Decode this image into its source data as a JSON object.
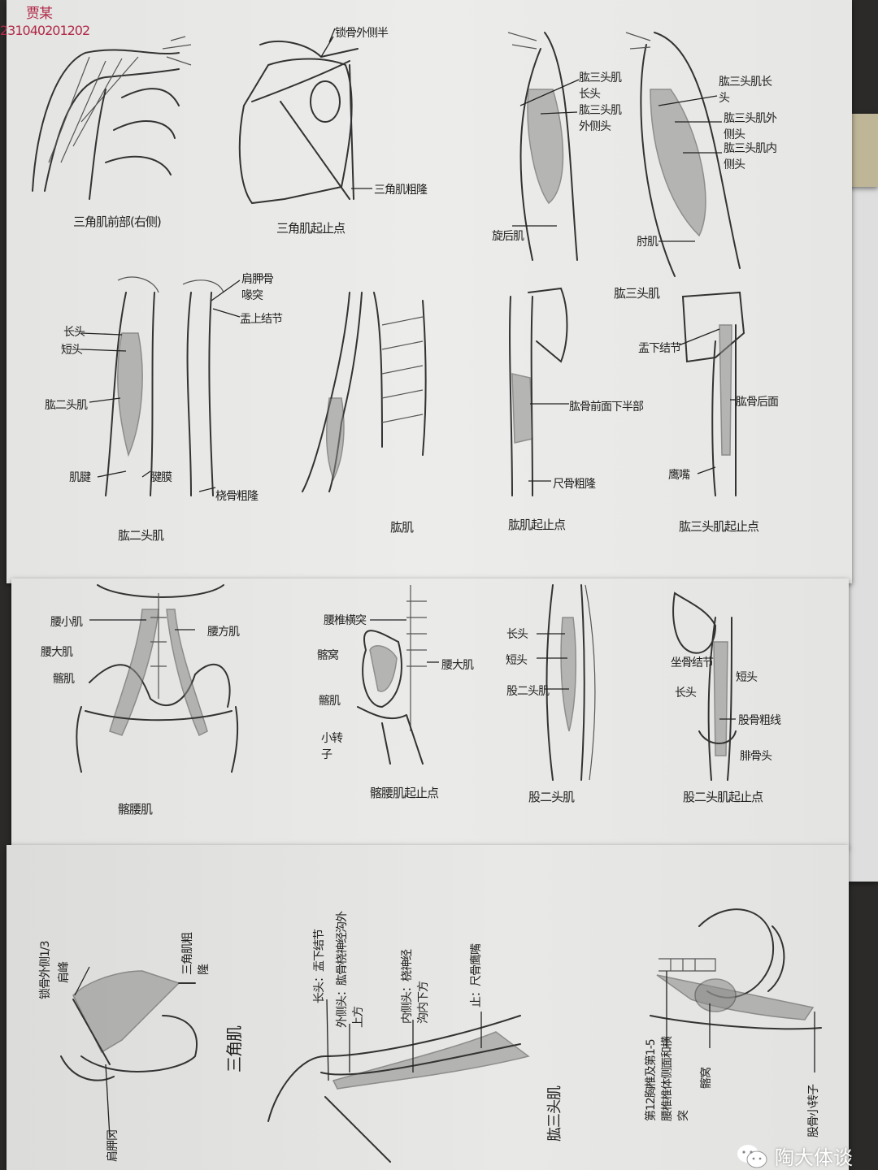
{
  "header": {
    "name": "贾某",
    "student_id": "231040201202"
  },
  "row1": {
    "fig1_caption": "三角肌前部(右侧)",
    "fig2_caption": "三角肌起止点",
    "fig2_labels": [
      "锁骨外侧半",
      "三角肌粗隆"
    ],
    "fig3_labels": [
      "肱三头肌长头",
      "肱三头肌外侧头",
      "旋后肌"
    ],
    "fig4_labels": [
      "肱三头肌长头",
      "肱三头肌外侧头",
      "肱三头肌内侧头",
      "肘肌"
    ],
    "fig34_caption": "肱三头肌"
  },
  "row2": {
    "fig1_labels": [
      "长头",
      "短头",
      "肱二头肌",
      "肌腱",
      "腱膜",
      "桡骨粗隆",
      "肩胛骨喙突",
      "盂上结节"
    ],
    "fig1_caption": "肱二头肌",
    "fig2_caption": "肱肌",
    "fig3_labels": [
      "肱骨前面下半部",
      "尺骨粗隆"
    ],
    "fig3_caption": "肱肌起止点",
    "fig4_labels": [
      "盂下结节",
      "肱骨后面",
      "鹰嘴"
    ],
    "fig4_caption": "肱三头肌起止点"
  },
  "row3": {
    "fig1_labels": [
      "腰小肌",
      "腰大肌",
      "髂肌",
      "腰方肌"
    ],
    "fig1_caption": "髂腰肌",
    "fig2_labels": [
      "腰椎横突",
      "髂窝",
      "腰大肌",
      "髂肌",
      "小转子"
    ],
    "fig2_caption": "髂腰肌起止点",
    "fig3_labels": [
      "长头",
      "短头",
      "股二头肌"
    ],
    "fig3_caption": "股二头肌",
    "fig4_labels": [
      "坐骨结节",
      "短头",
      "长头",
      "股骨粗线",
      "腓骨头"
    ],
    "fig4_caption": "股二头肌起止点"
  },
  "bottom": {
    "deltoid_labels": [
      "锁骨外侧1/3",
      "肩峰",
      "三角肌粗隆",
      "肩胛冈"
    ],
    "deltoid_caption": "三角肌",
    "triceps_labels": [
      "长头：盂下结节",
      "外侧头：肱骨桡神经沟外上方",
      "内侧头：桡神经沟内下方",
      "止：尺骨鹰嘴"
    ],
    "triceps_caption": "肱三头肌",
    "iliopsoas_labels": [
      "第12胸椎及第1-5腰椎椎体侧面和横突",
      "髂窝",
      "股骨小转子"
    ]
  },
  "watermark": {
    "text": "陶大体谈",
    "icon": "wechat-icon"
  }
}
